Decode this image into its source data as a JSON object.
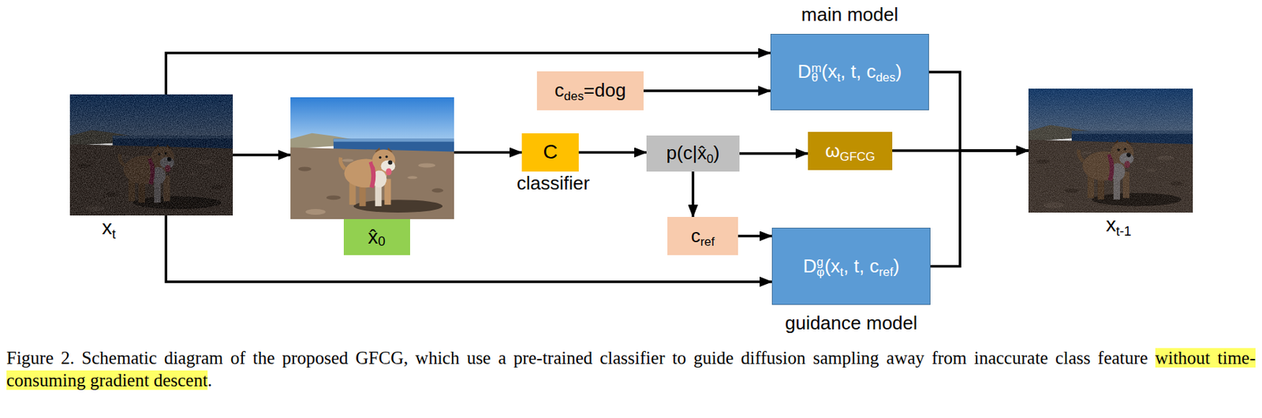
{
  "diagram": {
    "caption": "Figure 2. Schematic diagram of the proposed GFCG, which use a pre-trained classifier to guide diffusion sampling away from inaccurate class feature without time-consuming gradient descent.",
    "nodes": [
      {
        "text": [
          "xt"
        ]
      },
      {
        "text": [
          "x̂0"
        ]
      },
      {
        "text": [
          "C",
          "classifier"
        ]
      },
      {
        "text": [
          "p(c|x̂0)"
        ]
      },
      {
        "text": [
          "cdes=dog"
        ]
      },
      {
        "text": [
          "main model",
          "Dmθ(xt, t, cdes)"
        ]
      },
      {
        "text": [
          "ωGFCG"
        ]
      },
      {
        "text": [
          "cref"
        ]
      },
      {
        "text": [
          "Dgφ(xt, t, cref)",
          "guidance model"
        ]
      },
      {
        "text": [
          "xt-1"
        ]
      }
    ],
    "edges": [
      {
        "from": 0,
        "to": 5,
        "arrow": "to"
      },
      {
        "from": 0,
        "to": 1,
        "arrow": "to"
      },
      {
        "from": 0,
        "to": 8,
        "arrow": "to"
      },
      {
        "from": 1,
        "to": 2,
        "arrow": "to"
      },
      {
        "from": 2,
        "to": 3,
        "arrow": "to"
      },
      {
        "from": 3,
        "to": 6,
        "arrow": "to"
      },
      {
        "from": 3,
        "to": 7,
        "arrow": "to"
      },
      {
        "from": 4,
        "to": 5,
        "arrow": "to"
      },
      {
        "from": 7,
        "to": 8,
        "arrow": "to"
      },
      {
        "from": 5,
        "to": 9,
        "arrow": "to"
      },
      {
        "from": 8,
        "to": 9,
        "arrow": "to"
      },
      {
        "from": 6,
        "to": 9,
        "arrow": "to"
      }
    ]
  }
}
